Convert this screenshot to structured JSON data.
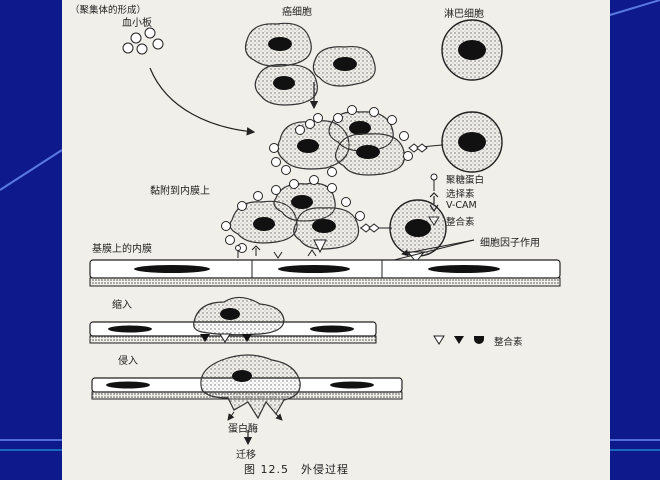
{
  "slide": {
    "background_color": "#0e1a8c",
    "panel_color": "#f1efea"
  },
  "figure": {
    "labels": {
      "aggregate_formation": "（聚集体的形成）",
      "platelets": "血小板",
      "cancer_cells": "癌细胞",
      "lymphocyte": "淋巴细胞",
      "adhesion_to_endothelium": "黏附到内膜上",
      "endothelium_on_basement_membrane": "基膜上的内膜",
      "cytokine_action": "细胞因子作用",
      "retraction": "缩入",
      "invasion": "侵入",
      "protease": "蛋白酶",
      "migration": "迁移"
    },
    "legend": {
      "glycoprotein": "聚糖蛋白",
      "selectin": "选择素",
      "vcam": "V-CAM",
      "integrin": "整合素",
      "integrin_lower": "整合素"
    },
    "caption": "图 12.5　外侵过程"
  }
}
